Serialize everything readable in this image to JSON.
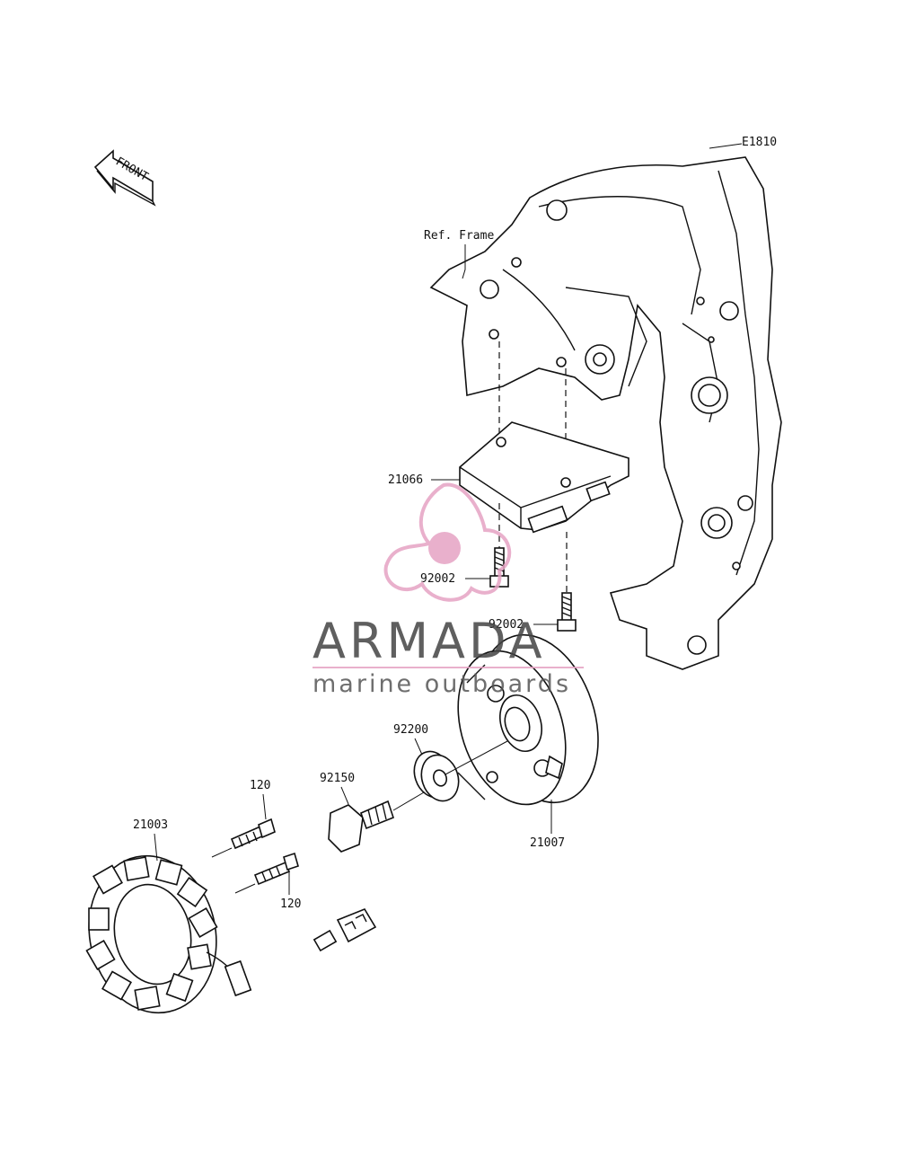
{
  "diagram": {
    "figure_code": "E1810",
    "front_label": "FRONT",
    "ref_label": "Ref. Frame",
    "parts": {
      "regulator": "21066",
      "bolt_upper_left": "92002",
      "bolt_upper_right": "92002",
      "flywheel": "21007",
      "washer": "92200",
      "flywheel_bolt": "92150",
      "stator": "21003",
      "stator_bolt_upper": "120",
      "stator_bolt_lower": "120"
    }
  },
  "watermark": {
    "brand": "ARMADA",
    "tagline": "marine outboards",
    "colors": {
      "accent": "#e6a3c4",
      "text": "#4a4a4a"
    }
  }
}
